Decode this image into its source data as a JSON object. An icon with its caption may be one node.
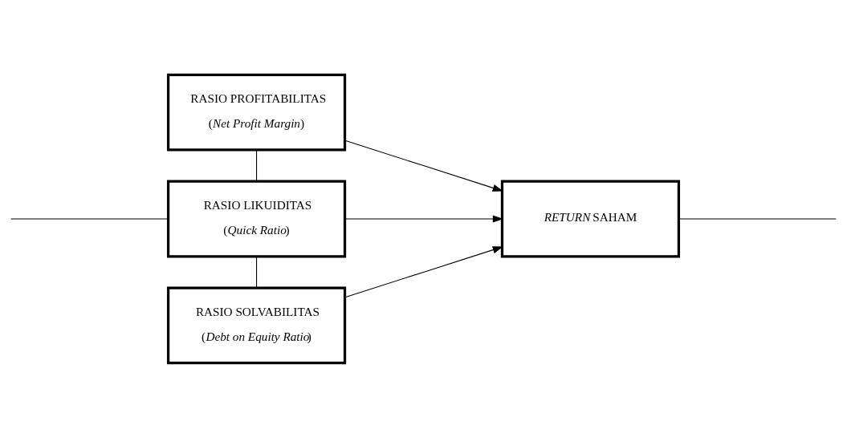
{
  "diagram": {
    "nodes": [
      {
        "text": [
          "RASIO PROFITABILITAS",
          "(*Net Profit Margin*)"
        ]
      },
      {
        "text": [
          "RASIO LIKUIDITAS",
          "(*Quick Ratio*)"
        ]
      },
      {
        "text": [
          "RASIO SOLVABILITAS",
          "(*Debt on Equity Ratio*)"
        ]
      },
      {
        "text": [
          "*RETURN* SAHAM"
        ]
      }
    ],
    "edges": [
      {
        "from": 0,
        "to": 3,
        "arrow": "to"
      },
      {
        "from": 1,
        "to": 3,
        "arrow": "to"
      },
      {
        "from": 2,
        "to": 3,
        "arrow": "to"
      },
      {
        "from": 0,
        "to": 1,
        "arrow": "none"
      },
      {
        "from": 1,
        "to": 2,
        "arrow": "none"
      },
      {
        "from": null,
        "to": 1,
        "arrow": "none"
      },
      {
        "from": 3,
        "to": null,
        "arrow": "none"
      }
    ]
  }
}
